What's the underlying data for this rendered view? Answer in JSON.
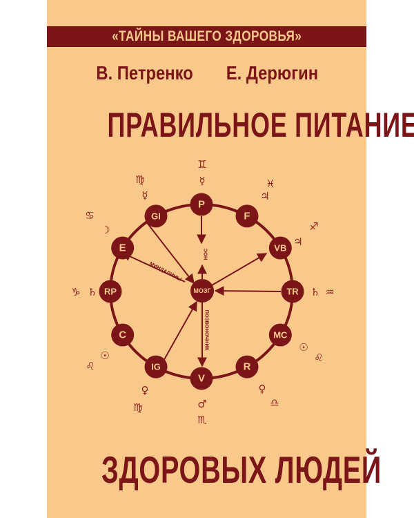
{
  "cover": {
    "series": "«ТАЙНЫ ВАШЕГО ЗДОРОВЬЯ»",
    "authors": [
      "В. Петренко",
      "Е. Дерюгин"
    ],
    "title_line1": "ПРАВИЛЬНОЕ ПИТАНИЕ",
    "title_line2": "ЗДОРОВЫХ ЛЮДЕЙ",
    "colors": {
      "background": "#f9c98b",
      "accent": "#7b1518"
    }
  },
  "diagram": {
    "center": "МОЗГ",
    "nodes": [
      "TR",
      "VB",
      "F",
      "P",
      "GI",
      "E",
      "RP",
      "C",
      "IG",
      "V",
      "R",
      "MC"
    ],
    "labels": {
      "nose": "НОС",
      "tonsils": "МИНДАЛИНЫ",
      "spine": "ПОЗВОНОЧНИК"
    },
    "symbols": {
      "P": [
        "♊",
        "☿"
      ],
      "GI": [
        "♍",
        "☿"
      ],
      "F": [
        "♓",
        "♃"
      ],
      "VB": [
        "♃",
        "♐"
      ],
      "E": [
        "♋",
        "☽"
      ],
      "RP": [
        "♑",
        "♄"
      ],
      "C": [
        "♌",
        "☉"
      ],
      "IG": [
        "♀",
        "♍"
      ],
      "V": [
        "♂",
        "♏"
      ],
      "R": [
        "♀",
        "♎"
      ],
      "MC": [
        "☉",
        "♌"
      ],
      "TR": [
        "♄",
        "♒"
      ]
    }
  }
}
